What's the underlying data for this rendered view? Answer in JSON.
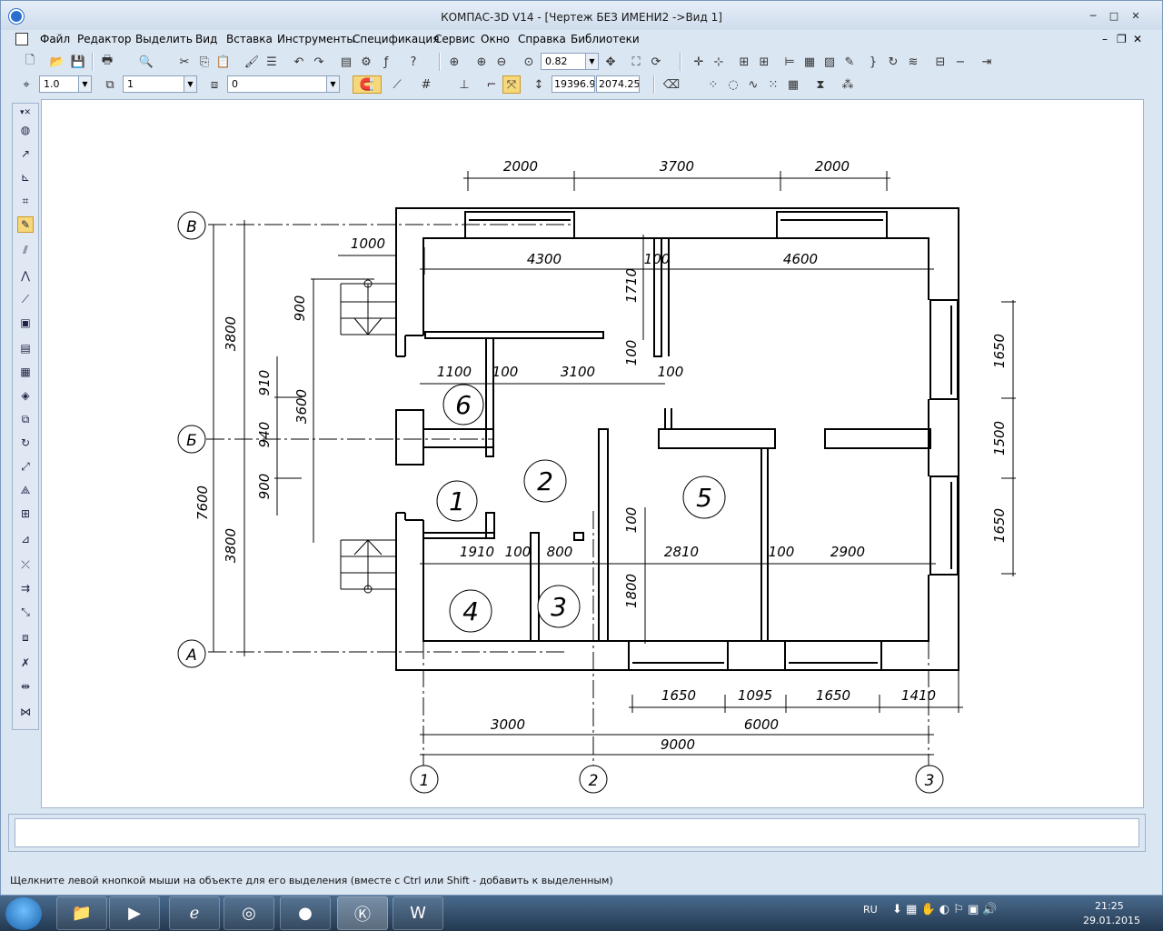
{
  "window": {
    "title": "КОМПАС-3D V14 - [Чертеж БЕЗ ИМЕНИ2 ->Вид 1]"
  },
  "window_buttons": {
    "minimize": "─",
    "restore": "□",
    "close": "✕"
  },
  "doc_buttons": {
    "minimize": "–",
    "restore": "❐",
    "close": "✕"
  },
  "menu": [
    "Файл",
    "Редактор",
    "Выделить",
    "Вид",
    "Вставка",
    "Инструменты",
    "Спецификация",
    "Сервис",
    "Окно",
    "Справка",
    "Библиотеки"
  ],
  "toolbar": {
    "zoom_value": "0.82",
    "line_scale": "1.0",
    "layer": "1",
    "style": "0",
    "coord_x": "19396.9",
    "coord_y": "2074.25"
  },
  "drawing": {
    "dims_top": [
      "2000",
      "3700",
      "2000"
    ],
    "dims_inner_top": [
      "4300",
      "100",
      "4600"
    ],
    "dim_1000": "1000",
    "dims_left_outer": [
      "3800",
      "3800",
      "7600"
    ],
    "dims_left_inner": [
      "900",
      "3600",
      "910",
      "940",
      "900"
    ],
    "dims_mid": [
      "1100",
      "100",
      "3100",
      "100"
    ],
    "dim_1710": "1710",
    "dim_100_v": "100",
    "dims_lower": [
      "1910",
      "100",
      "800",
      "2810",
      "100",
      "2900"
    ],
    "dim_1800": "1800",
    "dim_100_v2": "100",
    "dims_right": [
      "1650",
      "1500",
      "1650"
    ],
    "dims_bottom_windows": [
      "1650",
      "1095",
      "1650",
      "1410"
    ],
    "dims_bottom_axes": [
      "3000",
      "6000",
      "9000"
    ],
    "axes_rows": [
      "В",
      "Б",
      "А"
    ],
    "axes_cols": [
      "1",
      "2",
      "3"
    ],
    "rooms": [
      "1",
      "2",
      "3",
      "4",
      "5",
      "6"
    ]
  },
  "status": {
    "hint": "Щелкните левой кнопкой мыши на объекте для его выделения (вместе с Ctrl или Shift - добавить к выделенным)"
  },
  "tray": {
    "lang": "RU",
    "time": "21:25",
    "date": "29.01.2015"
  },
  "colors": {
    "accent": "#2a6fd0",
    "taskbar": "#2c4560",
    "canvas": "#ffffff"
  }
}
